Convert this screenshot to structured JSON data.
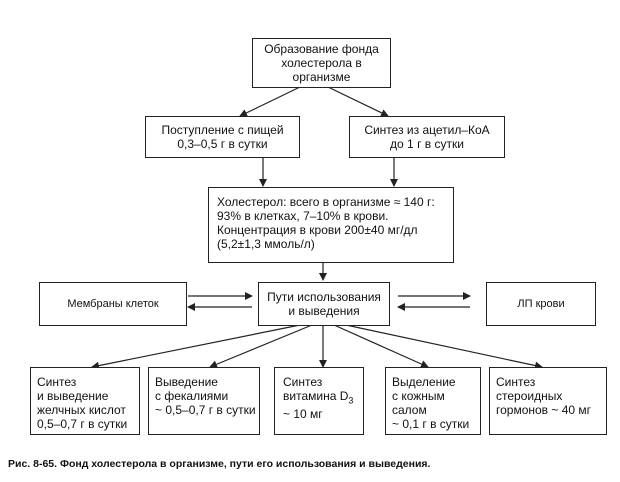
{
  "nodes": {
    "pool_formation": [
      "Образование фонда",
      "холестерола в",
      "организме"
    ],
    "dietary_intake": [
      "Поступление с пищей",
      "0,3–0,5 г в сутки"
    ],
    "acetyl_coa_synthesis": [
      "Синтез из ацетил–КоА",
      "до 1 г в сутки"
    ],
    "cholesterol_total": [
      "Холестерол: всего в организме ≈ 140 г:",
      "93% в клетках, 7–10% в крови.",
      "Концентрация в крови 200±40 мг/дл",
      "(5,2±1,3 ммоль/л)"
    ],
    "cell_membranes": [
      "Мембраны клеток"
    ],
    "usage_routes": [
      "Пути использования",
      "и выведения"
    ],
    "lp_blood": [
      "ЛП крови"
    ],
    "bile_acids": [
      "Синтез",
      "и выведение",
      "желчных кислот",
      "0,5–0,7 г в сутки"
    ],
    "fecal_excretion": [
      "Выведение",
      "с фекалиями",
      "~ 0,5–0,7 г в сутки"
    ],
    "vitamin_d3": {
      "line1": "Синтез",
      "line2_main": "витамина D",
      "line2_sub": "3",
      "line3": "~ 10 мг"
    },
    "sebum_excretion": [
      "Выделение",
      "с кожным",
      "салом",
      "~ 0,1 г в сутки"
    ],
    "steroid_hormones": [
      "Синтез",
      "стероидных",
      "гормонов ~ 40 мг"
    ]
  },
  "caption": "Рис. 8-65. Фонд холестерола в организме, пути его использования и выведения."
}
